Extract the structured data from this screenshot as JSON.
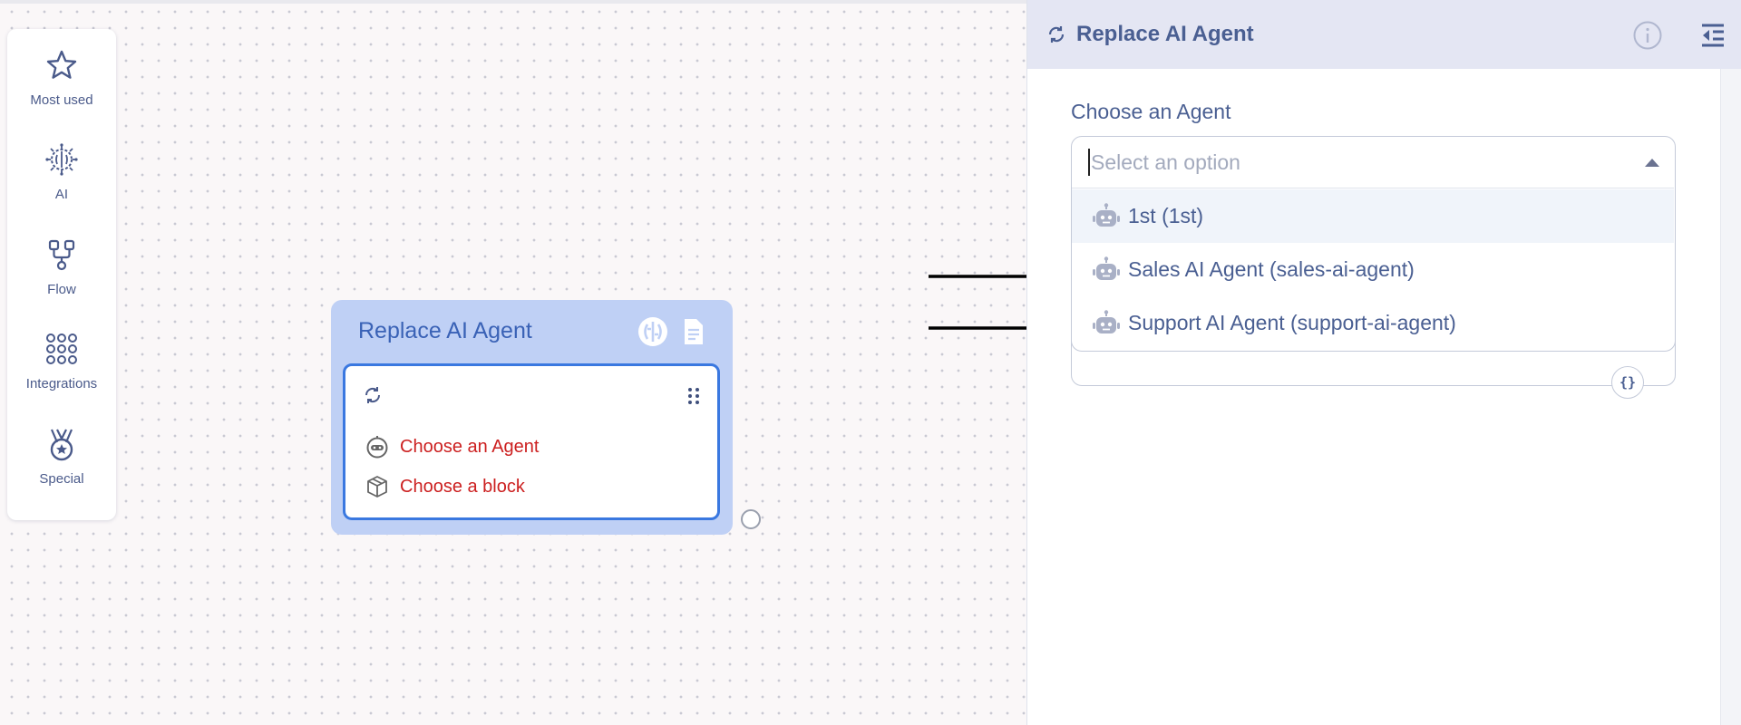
{
  "toolbox": {
    "items": [
      {
        "label": "Most used",
        "icon": "star-icon"
      },
      {
        "label": "AI",
        "icon": "ai-brain-icon"
      },
      {
        "label": "Flow",
        "icon": "flow-icon"
      },
      {
        "label": "Integrations",
        "icon": "integrations-grid-icon"
      },
      {
        "label": "Special",
        "icon": "medal-icon"
      }
    ]
  },
  "node": {
    "title": "Replace AI Agent",
    "rows": [
      {
        "label": "Choose an Agent",
        "icon": "robot-icon"
      },
      {
        "label": "Choose a block",
        "icon": "cube-icon"
      }
    ],
    "error_color": "#cc2020",
    "accent": "#3a78e0"
  },
  "panel": {
    "title": "Replace AI Agent",
    "field_label": "Choose an Agent",
    "select": {
      "placeholder": "Select an option",
      "options": [
        {
          "label": "1st (1st)",
          "highlighted": true
        },
        {
          "label": "Sales AI Agent (sales-ai-agent)",
          "highlighted": false
        },
        {
          "label": "Support AI Agent (support-ai-agent)",
          "highlighted": false
        }
      ]
    },
    "variable_button": "{}"
  }
}
